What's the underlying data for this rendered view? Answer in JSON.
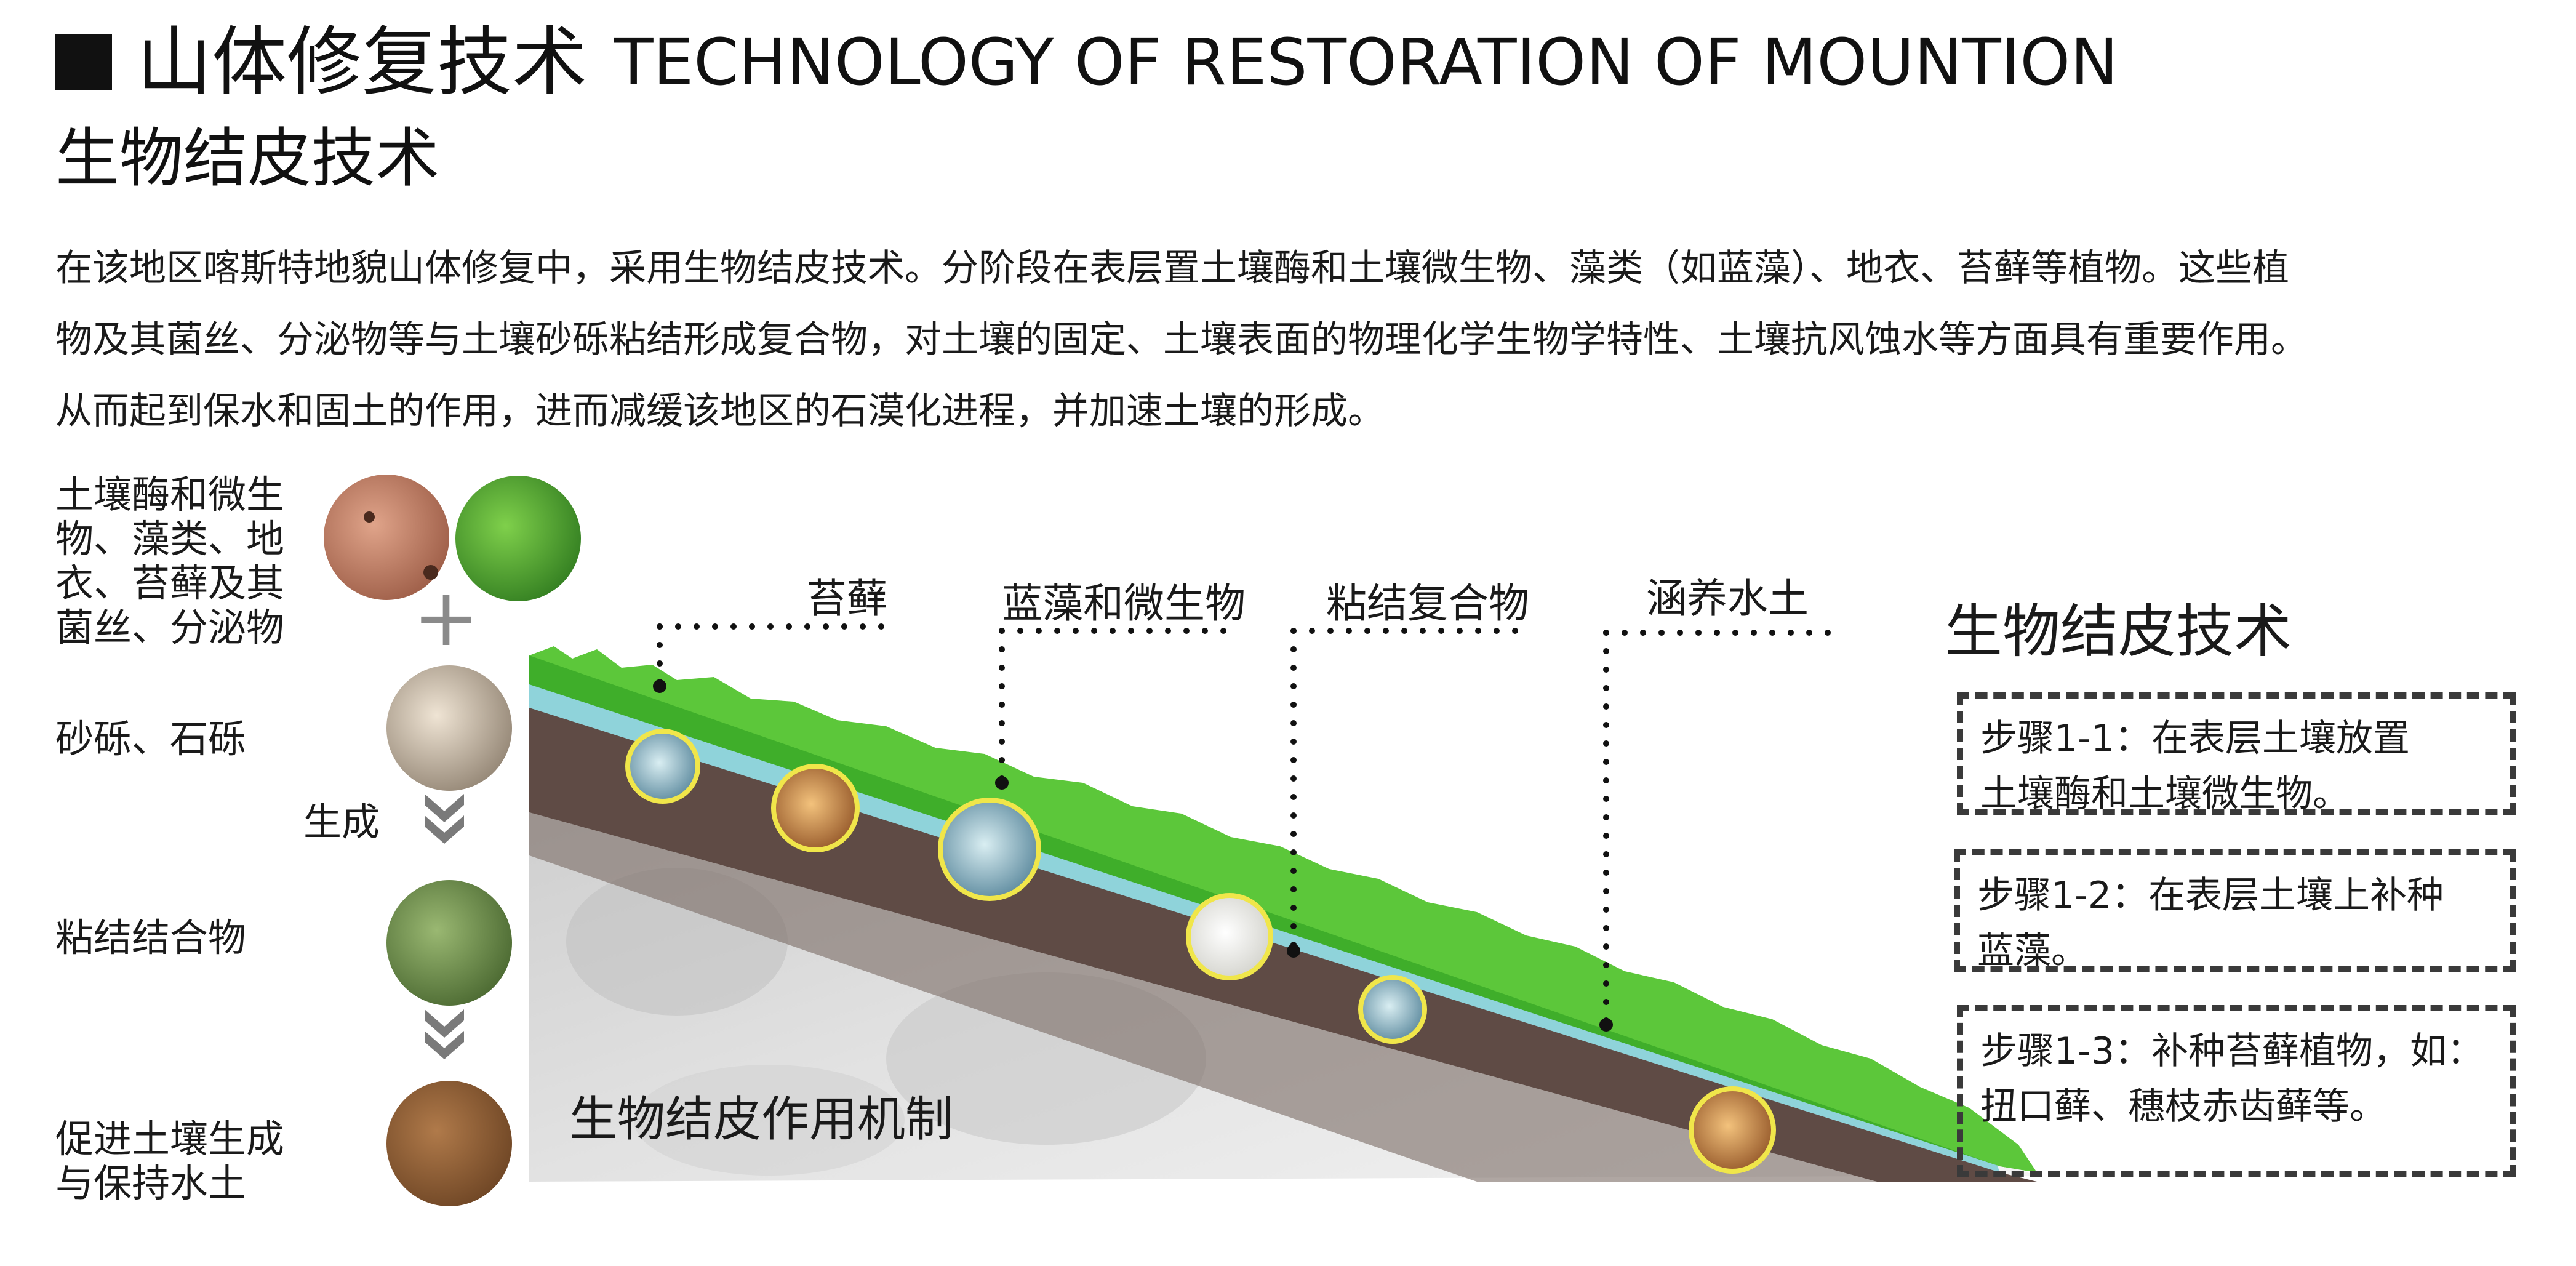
{
  "header": {
    "title_cn": "山体修复技术",
    "title_en": "TECHNOLOGY OF RESTORATION OF MOUNTION",
    "subtitle": "生物结皮技术"
  },
  "description": [
    "在该地区喀斯特地貌山体修复中，采用生物结皮技术。分阶段在表层置土壤酶和土壤微生物、藻类（如蓝藻）、地衣、苔藓等植物。这些植",
    "物及其菌丝、分泌物等与土壤砂砾粘结形成复合物，对土壤的固定、土壤表面的物理化学生物学特性、土壤抗风蚀水等方面具有重要作用。",
    "从而起到保水和固土的作用，进而减缓该地区的石漠化进程，并加速土壤的形成。"
  ],
  "process": {
    "input_label": [
      "土壤酶和微生",
      "物、藻类、地",
      "衣、苔藓及其",
      "菌丝、分泌物"
    ],
    "plus_symbol": "+",
    "gravel_label": "砂砾、石砾",
    "generate_label": "生成",
    "binder_label": "粘结结合物",
    "result_label": [
      "促进土壤生成",
      "与保持水土"
    ]
  },
  "diagram": {
    "callouts": [
      "苔藓",
      "蓝藻和微生物",
      "粘结复合物",
      "涵养水土"
    ],
    "mechanism_label": "生物结皮作用机制"
  },
  "steps_panel": {
    "title": "生物结皮技术",
    "steps": [
      {
        "line1": "步骤1-1：在表层土壤放置",
        "line2": "土壤酶和土壤微生物。"
      },
      {
        "line1": "步骤1-2：在表层土壤上补种",
        "line2": "蓝藻。"
      },
      {
        "line1": "步骤1-3：补种苔藓植物，如：",
        "line2": "扭口藓、穗枝赤齿藓等。"
      }
    ]
  },
  "colors": {
    "grass": "#3fae2a",
    "water_layer": "#8fd3da",
    "soil": "#5f4b45",
    "rock": "#cfcfcf",
    "circle_ring": "#f0e64a"
  }
}
